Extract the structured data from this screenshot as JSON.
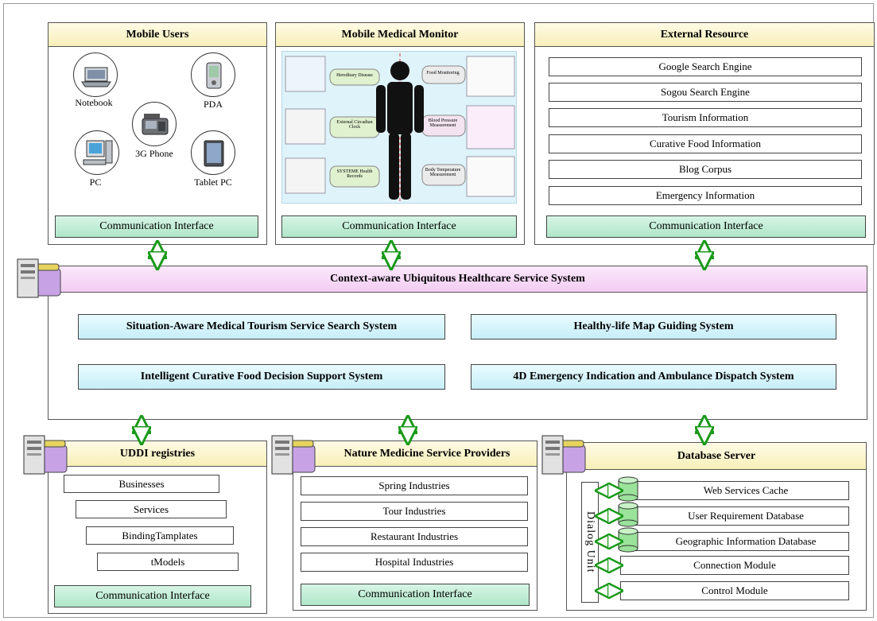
{
  "mobile_users": {
    "title": "Mobile Users",
    "devices": [
      "Notebook",
      "PDA",
      "3G Phone",
      "PC",
      "Tablet PC"
    ],
    "comm": "Communication Interface"
  },
  "monitor": {
    "title": "Mobile Medical Monitor",
    "panel_labels": [
      "Hereditary Disease",
      "External Circadian Clock",
      "SYSTEME Health Records",
      "Food Monitoring",
      "Blood Pressure Measurement",
      "Body Temperature Measurement"
    ],
    "comm": "Communication Interface"
  },
  "external": {
    "title": "External Resource",
    "items": [
      "Google Search Engine",
      "Sogou Search Engine",
      "Tourism Information",
      "Curative Food Information",
      "Blog Corpus",
      "Emergency Information"
    ],
    "comm": "Communication Interface"
  },
  "core": {
    "title": "Context-aware Ubiquitous Healthcare Service System",
    "subsystems": [
      "Situation-Aware Medical Tourism Service Search System",
      "Healthy-life Map Guiding System",
      "Intelligent Curative Food Decision Support System",
      "4D Emergency Indication and Ambulance Dispatch System"
    ]
  },
  "uddi": {
    "title": "UDDI registries",
    "items": [
      "Businesses",
      "Services",
      "BindingTamplates",
      "tModels"
    ],
    "comm": "Communication Interface"
  },
  "nature": {
    "title": "Nature Medicine Service Providers",
    "items": [
      "Spring Industries",
      "Tour Industries",
      "Restaurant Industries",
      "Hospital Industries"
    ],
    "comm": "Communication Interface"
  },
  "db": {
    "title": "Database Server",
    "dialog": "Dialog Unit",
    "items": [
      "Web Services Cache",
      "User Requirement Database",
      "Geographic Information Database",
      "Connection Module",
      "Control Module"
    ]
  },
  "colors": {
    "title_bar": "#f7efb8",
    "comm": "#aee6c8",
    "core_bar": "#f2cdf2",
    "subsystem": "#c6eef8",
    "arrow": "#1a9a1a"
  }
}
